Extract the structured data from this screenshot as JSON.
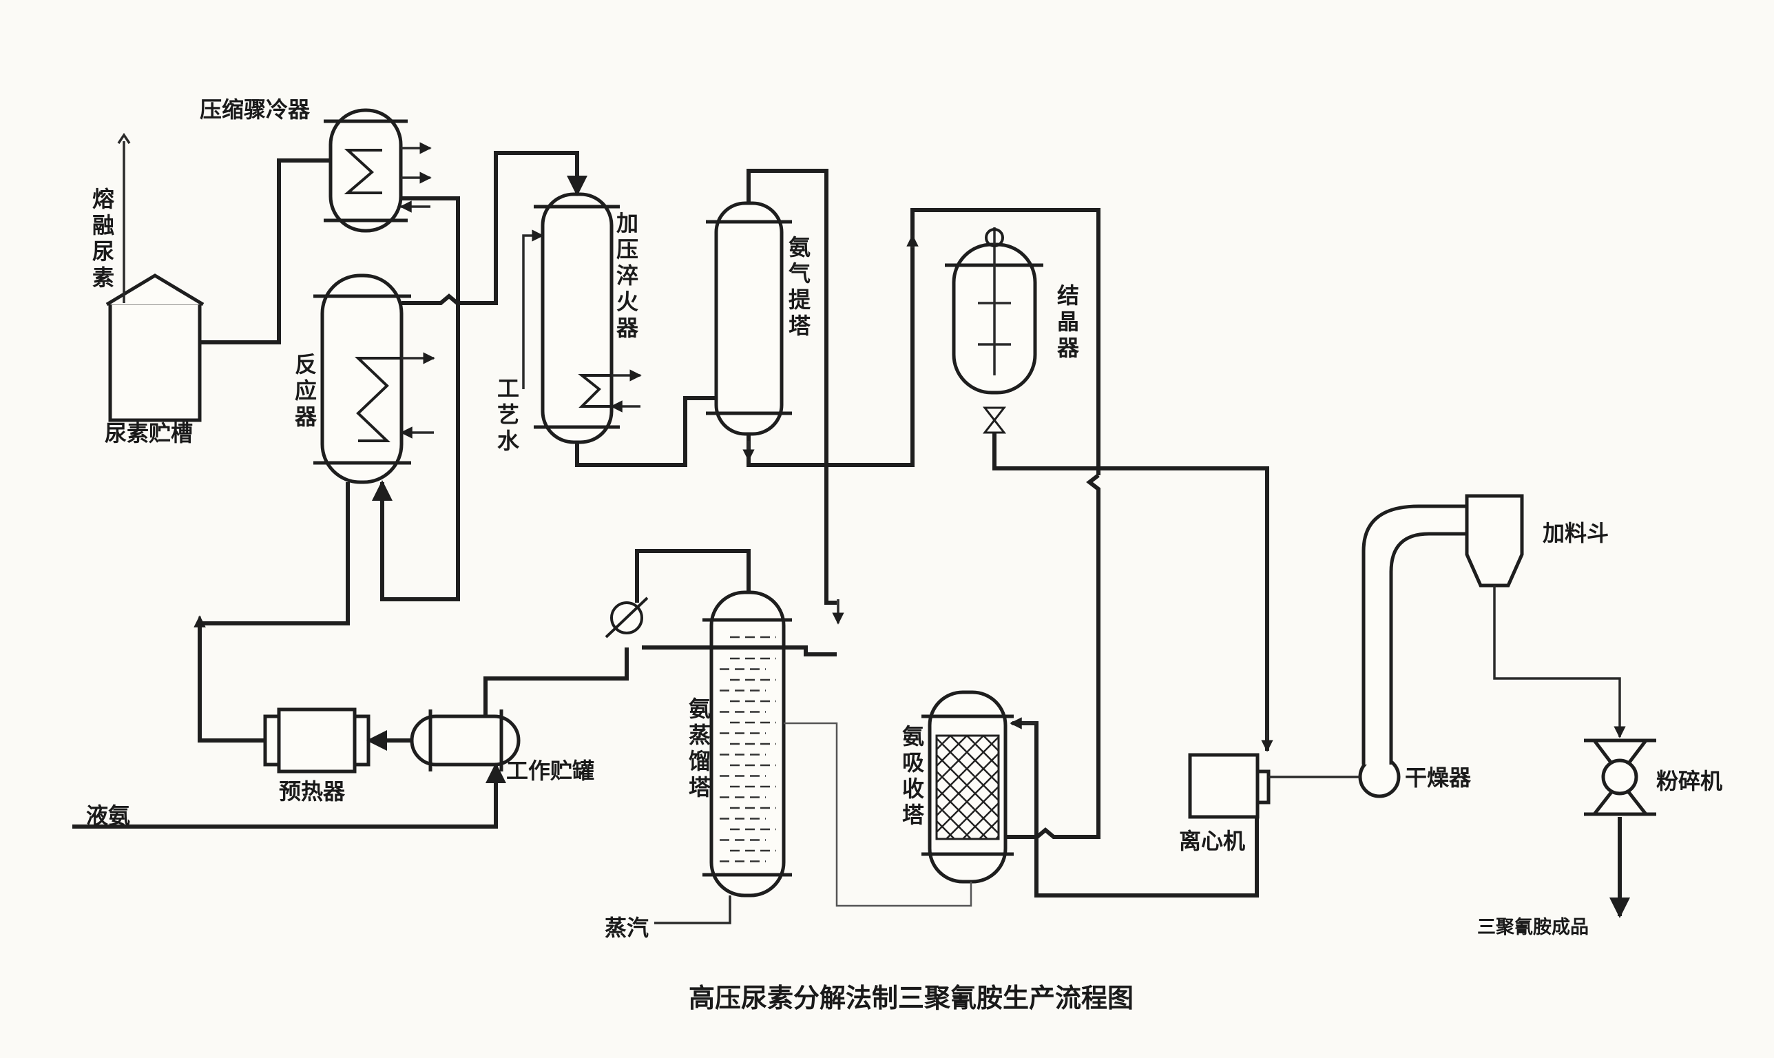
{
  "caption": "高压尿素分解法制三聚氰胺生产流程图",
  "labels": {
    "compressor_cooler": "压缩骤冷器",
    "molten_urea": "熔融尿素",
    "urea_tank": "尿素贮槽",
    "reactor": "反应器",
    "quench": "加压淬火器",
    "process_water": "工艺水",
    "ammonia_stripper": "氨气提塔",
    "crystallizer": "结晶器",
    "preheater": "预热器",
    "work_tank": "工作贮罐",
    "liquid_ammonia": "液氨",
    "distill_tower": "氨蒸馏塔",
    "steam": "蒸汽",
    "absorber": "氨吸收塔",
    "centrifuge": "离心机",
    "dryer": "干燥器",
    "hopper": "加料斗",
    "crusher": "粉碎机",
    "product": "三聚氰胺成品"
  }
}
